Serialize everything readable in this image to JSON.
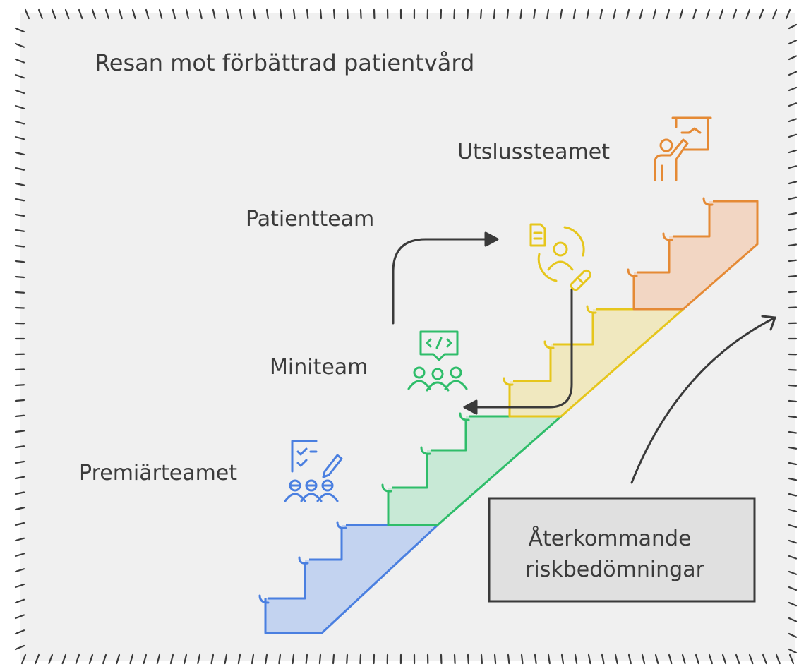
{
  "diagram": {
    "title": "Resan mot förbättrad patientvård",
    "stages": [
      {
        "label": "Premiärteamet",
        "color": "#4a7fe0",
        "fill": "#c3d3f0",
        "icon": "team-checklist-icon"
      },
      {
        "label": "Miniteam",
        "color": "#2fbd6a",
        "fill": "#c8e9d6",
        "icon": "team-code-icon"
      },
      {
        "label": "Patientteam",
        "color": "#e6c61c",
        "fill": "#f0e8bf",
        "icon": "patient-care-icon"
      },
      {
        "label": "Utslussteamet",
        "color": "#e58a35",
        "fill": "#f2d6c3",
        "icon": "presenter-icon"
      }
    ],
    "callout": {
      "line1": "Återkommande",
      "line2": "riskbedömningar"
    },
    "colors": {
      "background": "#f0f0f0",
      "border": "#3a3a3a",
      "text": "#3b3b3b",
      "arrow": "#3a3a3a",
      "callout_fill": "#e0e0e0"
    }
  }
}
